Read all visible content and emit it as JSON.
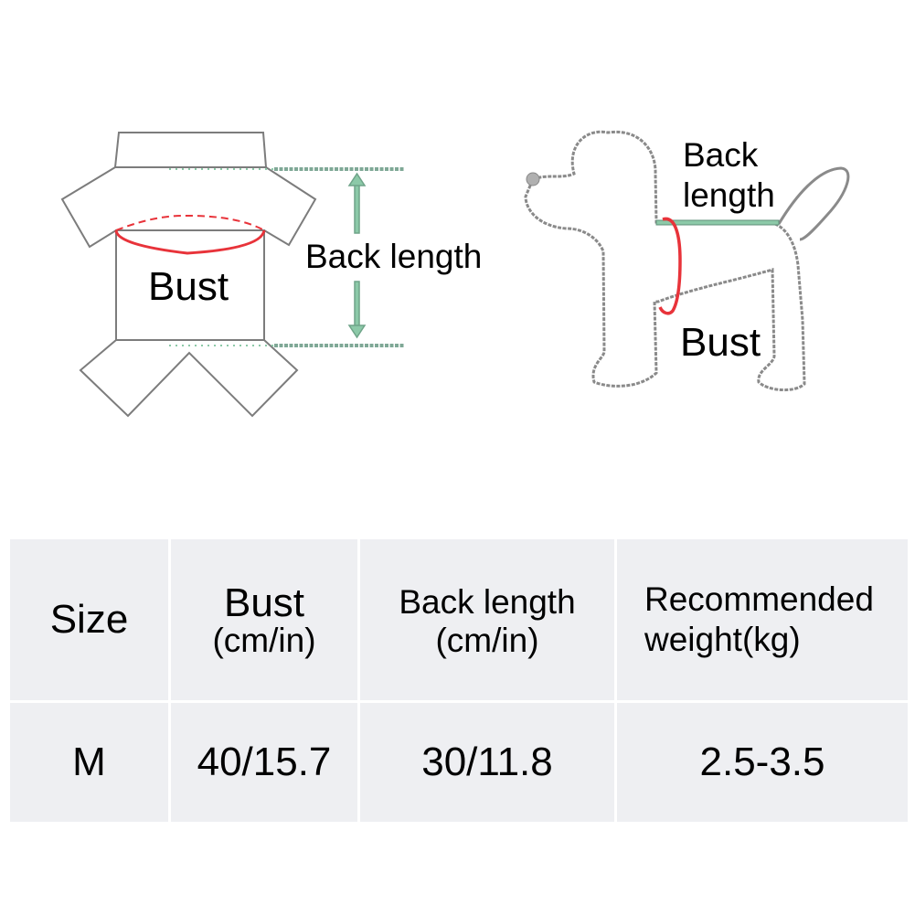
{
  "shirt_diagram": {
    "bust_label": "Bust",
    "back_length_label": "Back length"
  },
  "dog_diagram": {
    "back_label_line1": "Back",
    "back_label_line2": "length",
    "bust_label": "Bust"
  },
  "colors": {
    "bust_line": "#e8333a",
    "back_length_line": "#8cc9a8",
    "outline": "#8a8a8a",
    "table_cell_bg": "#eeeff2"
  },
  "size_table": {
    "headers": [
      {
        "line1": "Size",
        "line2": ""
      },
      {
        "line1": "Bust",
        "line2": "(cm/in)"
      },
      {
        "line1": "Back length",
        "line2": "(cm/in)"
      },
      {
        "line1": "Recommended",
        "line2": "weight(kg)"
      }
    ],
    "rows": [
      {
        "size": "M",
        "bust": "40/15.7",
        "back_length": "30/11.8",
        "weight": "2.5-3.5"
      }
    ]
  }
}
